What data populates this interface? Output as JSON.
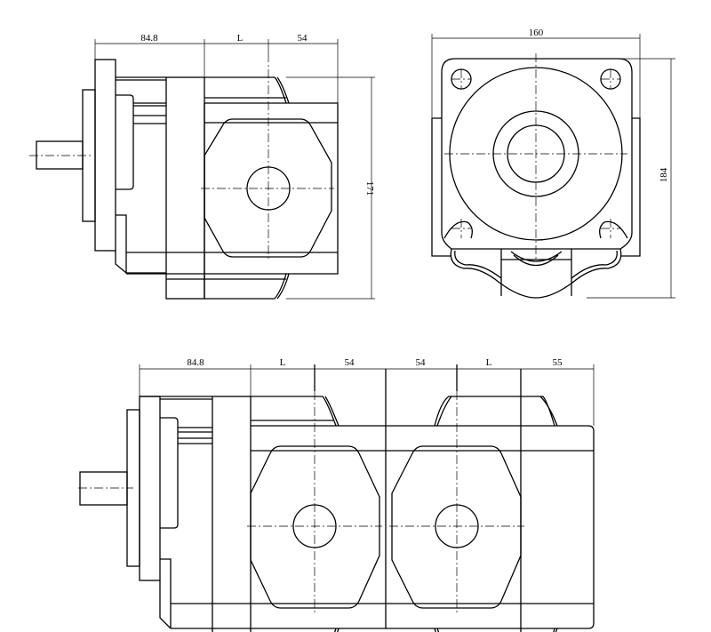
{
  "colors": {
    "line": "#000000",
    "background": "#ffffff"
  },
  "side_view": {
    "dims": {
      "flange": "84.8",
      "length": "L",
      "half": "54",
      "height": "171"
    }
  },
  "front_view": {
    "dims": {
      "width": "160",
      "height": "184"
    }
  },
  "tandem_view": {
    "dims": {
      "flange": "84.8",
      "length1": "L",
      "half1": "54",
      "half2": "54",
      "length2": "L",
      "end": "55"
    }
  }
}
